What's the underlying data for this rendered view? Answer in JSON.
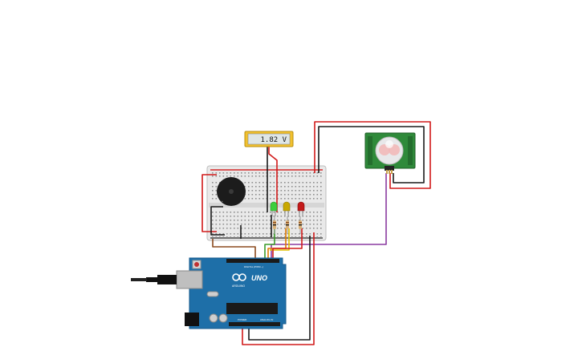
{
  "multimeter": {
    "reading": "1.82 V"
  },
  "arduino": {
    "brand": "ARDUINO",
    "model": "UNO",
    "digital_label": "DIGITAL (PWM ~)",
    "power_label": "POWER",
    "analog_label": "ANALOG IN"
  },
  "colors": {
    "wire_red": "#d11a1a",
    "wire_black": "#1a1a1a",
    "wire_purple": "#8a3aa0",
    "wire_brown": "#8b4a1e",
    "wire_green": "#3a9a2a",
    "wire_orange": "#e07b00",
    "wire_yellow": "#e0c000",
    "arduino_blue": "#1e6fa8",
    "pir_green": "#2f8a3a",
    "multimeter_body": "#f2c12e",
    "led_green": "#3ccf3c",
    "led_yellow": "#c9a800",
    "led_red": "#c41a1a"
  },
  "icons": [
    "usb-connector-icon",
    "buzzer-icon",
    "pir-dome-icon",
    "reset-button-icon"
  ]
}
